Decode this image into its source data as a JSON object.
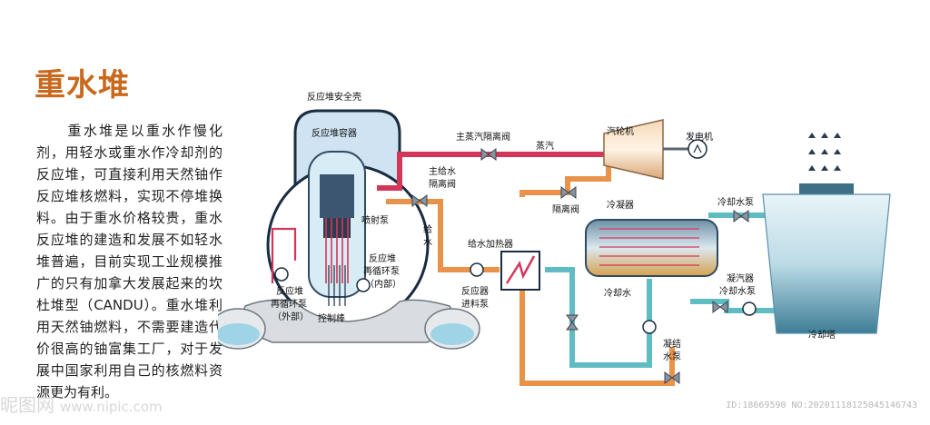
{
  "title": "重水堆",
  "paragraph": "　　重水堆是以重水作慢化剂，用轻水或重水作冷却剂的反应堆，可直接利用天然铀作反应堆核燃料，实现不停堆换料。由于重水价格较贵，重水反应堆的建造和发展不如轻水堆普遍，目前实现工业规模推广的只有加拿大发展起来的坎杜堆型（CANDU）。重水堆利用天然铀燃料，不需要建造代价很高的铀富集工厂，对于发展中国家利用自己的核燃料资源更为有利。",
  "labels": {
    "containment": "反应堆安全壳",
    "vessel": "反应堆容器",
    "jet_pump": "喷射泵",
    "internal_pump_1": "反应堆",
    "internal_pump_2": "再循环泵",
    "internal_pump_3": "（内部）",
    "external_pump_1": "反应堆",
    "external_pump_2": "再循环泵",
    "external_pump_3": "（外部）",
    "control_rods": "控制棒",
    "main_steam_valve": "主蒸汽隔离阀",
    "steam": "蒸汽",
    "turbine": "汽轮机",
    "generator": "发电机",
    "feed_valve_1": "主给水",
    "feed_valve_2": "隔离阀",
    "feedwater_1": "给",
    "feedwater_2": "水",
    "isolation_valve": "隔离阀",
    "condenser": "冷凝器",
    "cooling_pump": "冷却水泵",
    "feed_heater": "给水加热器",
    "feed_pump_1": "反应器",
    "feed_pump_2": "进料泵",
    "cooling_water": "冷却水",
    "condenser_cool_pump_1": "凝汽器",
    "condenser_cool_pump_2": "冷却水泵",
    "condensate_pump_1": "凝结",
    "condensate_pump_2": "水泵",
    "cooling_tower": "冷却塔"
  },
  "colors": {
    "title": "#c9691e",
    "steam_line": "#d4365a",
    "feed_line": "#e8924a",
    "cooling_line": "#5fbcc2",
    "vessel": "#2f4a63",
    "tower": "#5a8ea8"
  },
  "watermark": {
    "logo": "昵图网",
    "url": "www.nipic.com",
    "meta": "ID:18669590 NO:20201118125045146743"
  }
}
